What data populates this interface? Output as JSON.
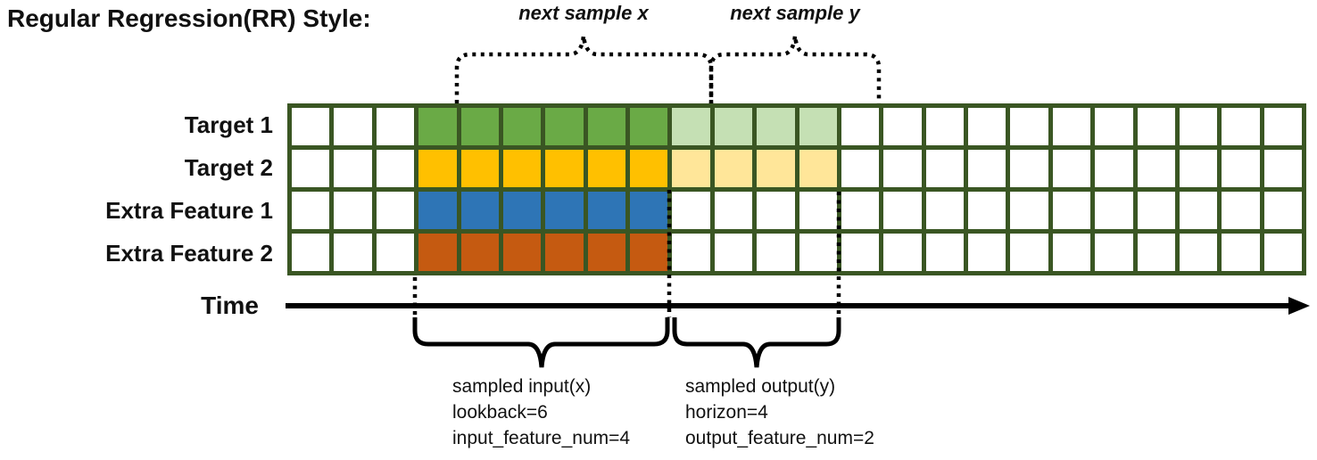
{
  "title": "Regular Regression(RR) Style:",
  "top_annotations": {
    "next_sample_x": "next sample x",
    "next_sample_y": "next sample y"
  },
  "time_axis": {
    "label": "Time"
  },
  "grid": {
    "columns": 24,
    "input_start_col": 3,
    "lookback": 6,
    "horizon": 4,
    "line_color": "#3A5623",
    "cell_default_color": "#FFFFFF",
    "rows": [
      {
        "label": "Target 1",
        "input_color": "#6AAA46",
        "output_color": "#C5E0B4"
      },
      {
        "label": "Target 2",
        "input_color": "#FFC000",
        "output_color": "#FFE699"
      },
      {
        "label": "Extra Feature 1",
        "input_color": "#2E75B6",
        "output_color": null
      },
      {
        "label": "Extra Feature 2",
        "input_color": "#C55A11",
        "output_color": null
      }
    ]
  },
  "callouts": {
    "input": {
      "line1": "sampled input(x)",
      "line2": "lookback=6",
      "line3": "input_feature_num=4"
    },
    "output": {
      "line1": "sampled output(y)",
      "line2": "horizon=4",
      "line3": "output_feature_num=2"
    }
  }
}
